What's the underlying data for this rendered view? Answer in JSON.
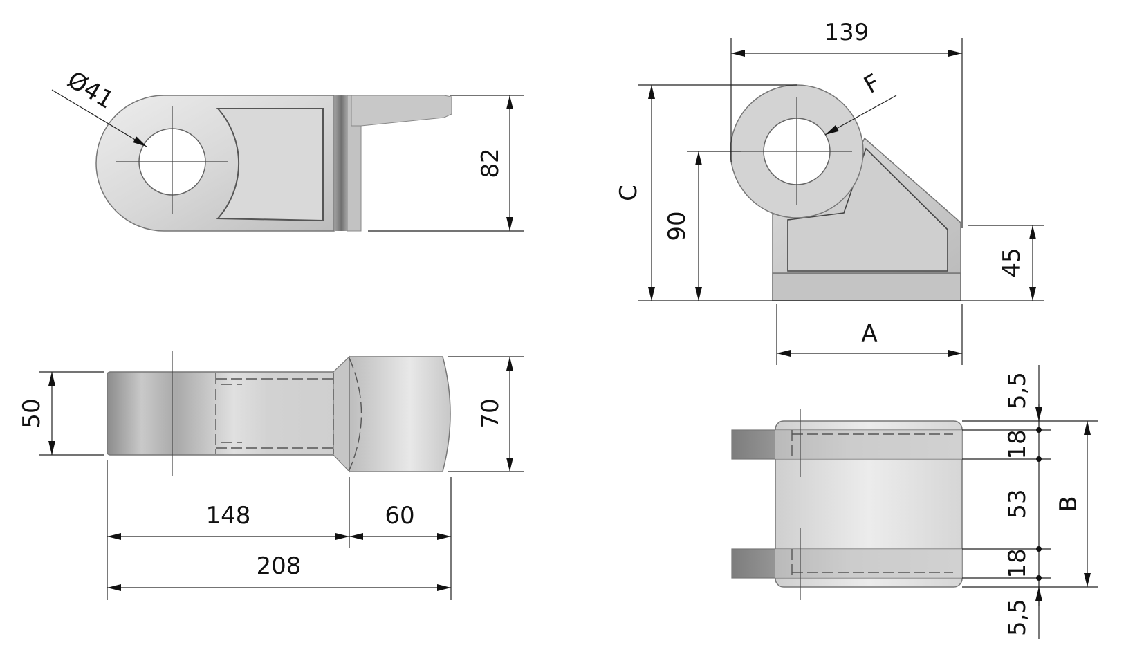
{
  "drawing": {
    "dim_dia41": "Ø41",
    "dim_82": "82",
    "dim_139": "139",
    "dim_F": "F",
    "dim_C": "C",
    "dim_90": "90",
    "dim_45": "45",
    "dim_A": "A",
    "dim_50": "50",
    "dim_70": "70",
    "dim_148": "148",
    "dim_60": "60",
    "dim_208": "208",
    "dim_5_5_top": "5,5",
    "dim_18_top": "18",
    "dim_53": "53",
    "dim_18_bottom": "18",
    "dim_5_5_bottom": "5,5",
    "dim_B": "B"
  },
  "colors": {
    "part_light": "#e6e6e6",
    "part_mid": "#cfcfcf",
    "part_dark": "#8a8a8a",
    "line": "#222222"
  }
}
